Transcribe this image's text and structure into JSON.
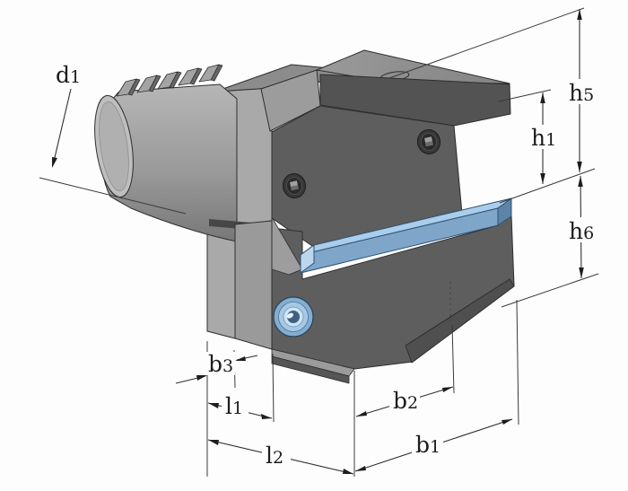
{
  "drawing": {
    "description": "isometric-technical-drawing-of-radial-tool-holder",
    "labels": {
      "d1": {
        "letter": "d",
        "sub": "1"
      },
      "h5": {
        "letter": "h",
        "sub": "5"
      },
      "h1": {
        "letter": "h",
        "sub": "1"
      },
      "h6": {
        "letter": "h",
        "sub": "6"
      },
      "b3": {
        "letter": "b",
        "sub": "3"
      },
      "l1": {
        "letter": "l",
        "sub": "1"
      },
      "l2": {
        "letter": "l",
        "sub": "2"
      },
      "b2": {
        "letter": "b",
        "sub": "2"
      },
      "b1": {
        "letter": "b",
        "sub": "1"
      }
    },
    "colors": {
      "background": "#fdfdfd",
      "body_light": "#a9a9a9",
      "body_medium": "#8c8c8c",
      "body_dark": "#5e5e5e",
      "clamp_dark": "#535353",
      "insert_top": "#a9cdea",
      "insert_front": "#7fa6c8",
      "insert_end": "#5d83a6",
      "bushing_outer": "#84add0",
      "bushing_inner": "#cfe3f4",
      "dim_line": "#303030"
    }
  }
}
